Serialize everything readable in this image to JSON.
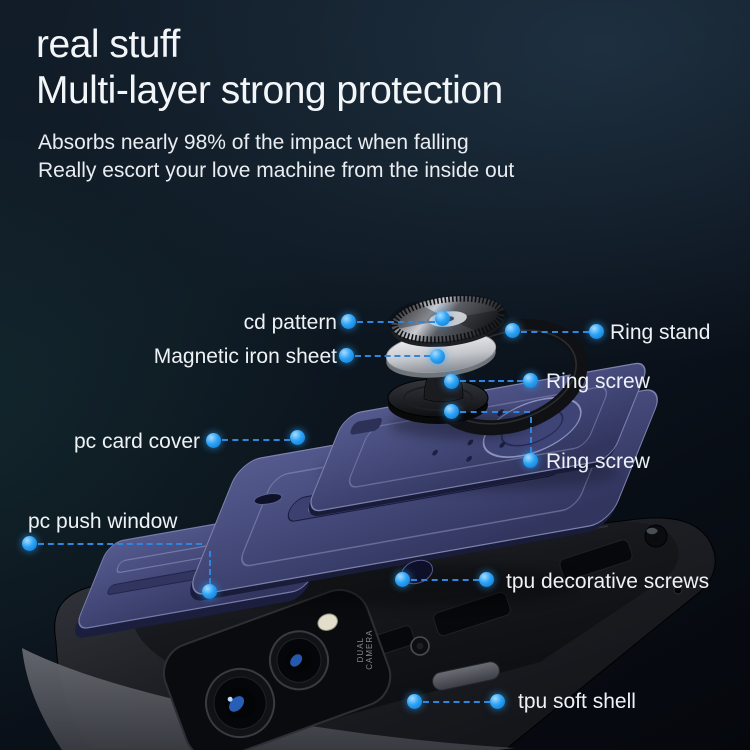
{
  "header": {
    "title_line1": "real stuff",
    "title_line2": "Multi-layer strong protection",
    "subtitle_line1": "Absorbs nearly 98% of the impact when falling",
    "subtitle_line2": "Really escort your love machine from the inside out"
  },
  "callouts": [
    {
      "id": "cd-pattern",
      "label": "cd pattern",
      "side": "left",
      "target": "metal cd-texture disc"
    },
    {
      "id": "magnetic-iron-sheet",
      "label": "Magnetic iron sheet",
      "side": "left",
      "target": "silver magnetic disc"
    },
    {
      "id": "ring-stand",
      "label": "Ring stand",
      "side": "right",
      "target": "black kickstand ring"
    },
    {
      "id": "ring-screw-top",
      "label": "Ring screw",
      "side": "right",
      "target": "pedestal screw"
    },
    {
      "id": "ring-screw-bottom",
      "label": "Ring screw",
      "side": "right",
      "target": "screw seat on card cover"
    },
    {
      "id": "pc-card-cover",
      "label": "pc card cover",
      "side": "left",
      "target": "upper blue plate"
    },
    {
      "id": "pc-push-window",
      "label": "pc push window",
      "side": "left",
      "target": "sliding camera window plate"
    },
    {
      "id": "tpu-decorative-screws",
      "label": "tpu decorative screws",
      "side": "right",
      "target": "screw detail on shell"
    },
    {
      "id": "tpu-soft-shell",
      "label": "tpu soft shell",
      "side": "right",
      "target": "soft case on phone"
    }
  ],
  "product": {
    "camera_text_line1": "DUAL",
    "camera_text_line2": "CAMERA"
  },
  "colors": {
    "accent_dot": "#2ba3f7",
    "dashed_line": "#2e86de",
    "case_blue": "#464b82",
    "text": "#eef2f6",
    "background_top": "#111c28"
  }
}
